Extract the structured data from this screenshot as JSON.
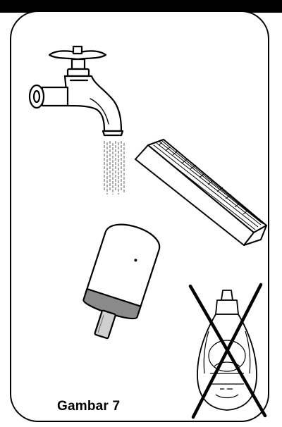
{
  "figure": {
    "caption": "Gambar 7",
    "items": [
      {
        "name": "water-tap",
        "icon": "faucet-icon"
      },
      {
        "name": "running-water",
        "icon": "water-stream-icon"
      },
      {
        "name": "sponge",
        "icon": "sponge-icon"
      },
      {
        "name": "filter-cartridge",
        "icon": "cartridge-icon"
      },
      {
        "name": "detergent-bottle",
        "icon": "detergent-bottle-icon",
        "crossed_out": true
      }
    ],
    "colors": {
      "line": "#000000",
      "background": "#ffffff",
      "cartridge_band": "#8a8a8a",
      "cartridge_stem": "#cfcfcf"
    }
  }
}
